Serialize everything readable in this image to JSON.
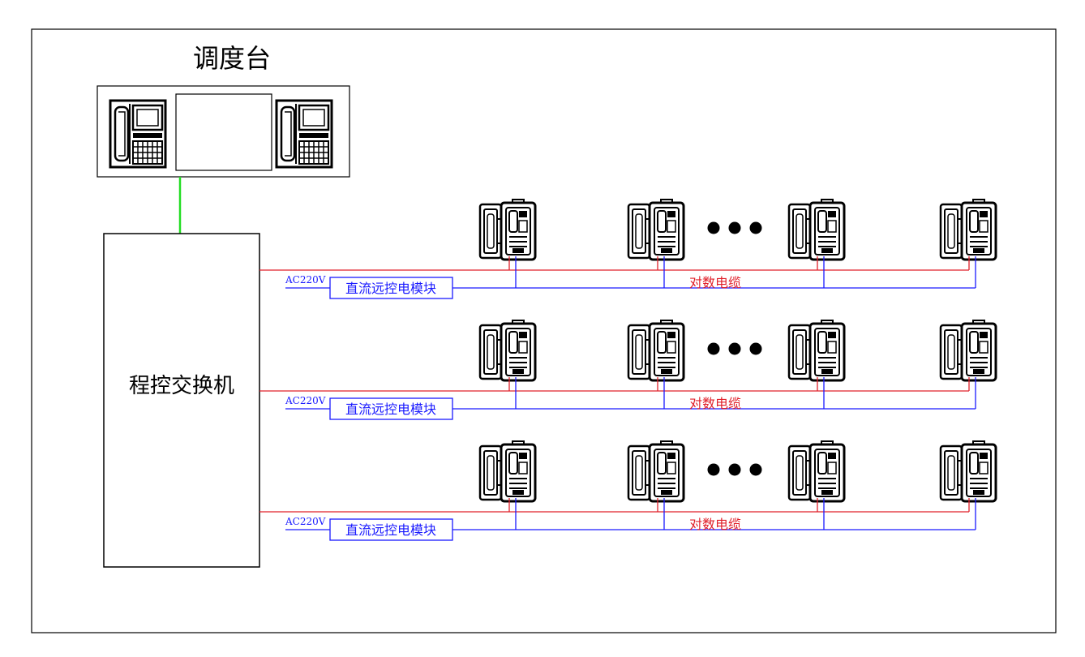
{
  "diagram": {
    "title": "调度台",
    "switch_label": "程控交换机",
    "colors": {
      "frame": "#000000",
      "link_green": "#22dd22",
      "red_line": "#e0202a",
      "blue_line": "#1a1aff"
    },
    "rows": [
      {
        "ac_label": "AC220V",
        "module_label": "直流远控电模块",
        "cable_label": "对数电缆"
      },
      {
        "ac_label": "AC220V",
        "module_label": "直流远控电模块",
        "cable_label": "对数电缆"
      },
      {
        "ac_label": "AC220V",
        "module_label": "直流远控电模块",
        "cable_label": "对数电缆"
      }
    ],
    "icons": {
      "console_phone": "desk-telephone-icon",
      "console_screen": "monitor-screen-icon",
      "field_phone": "explosion-proof-telephone-icon",
      "ellipsis": "ellipsis-dots-icon"
    }
  }
}
